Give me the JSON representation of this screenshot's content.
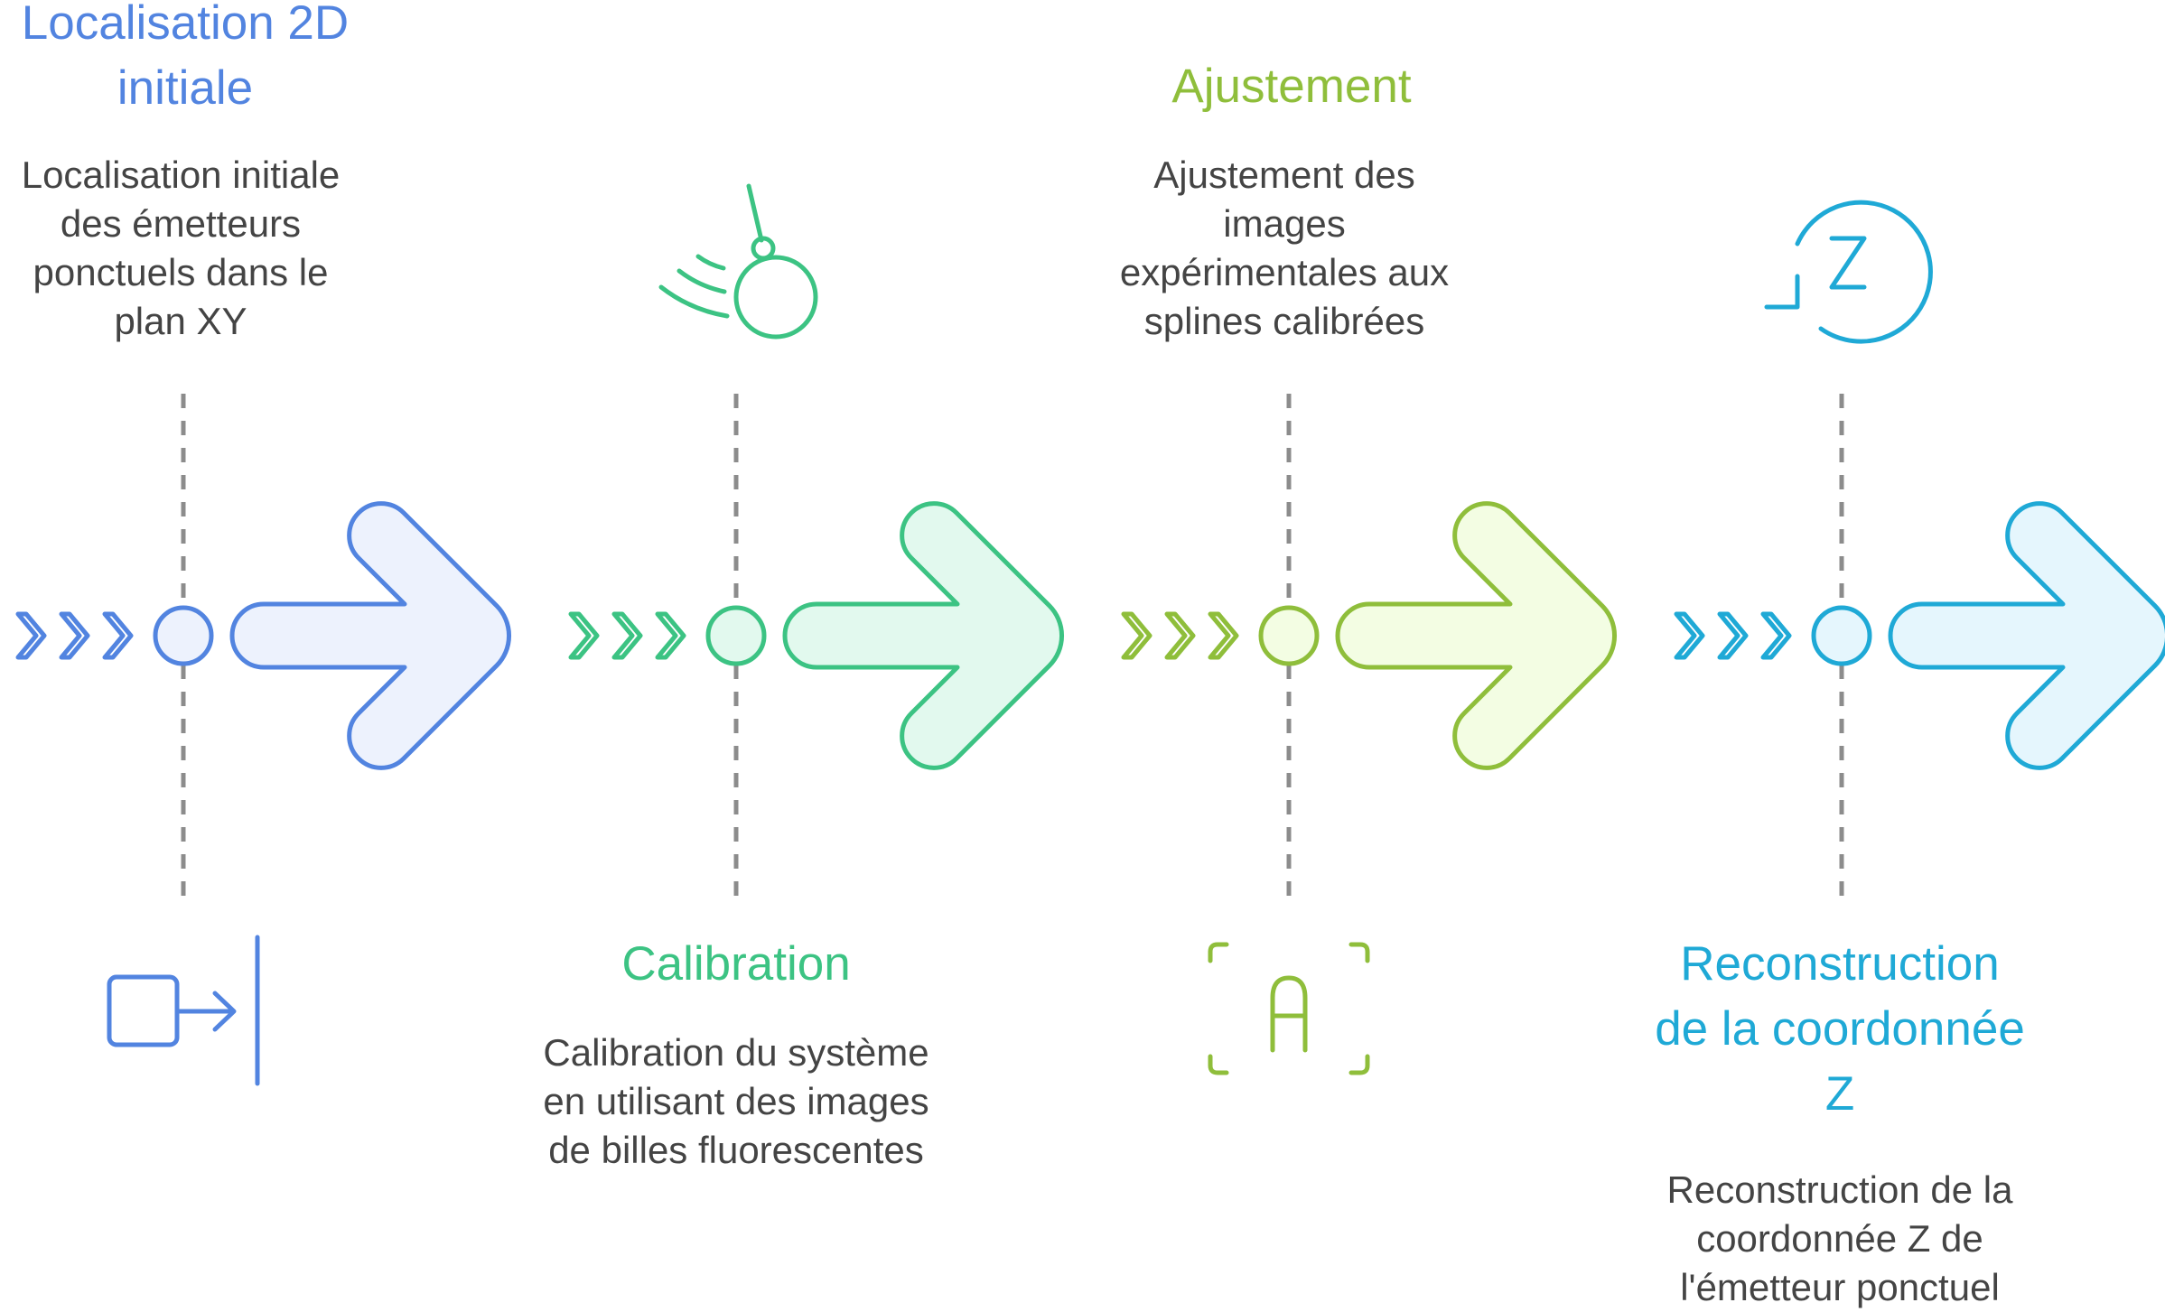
{
  "colors": {
    "step1": "#5284e0",
    "step1_fill": "#edf2fd",
    "step2": "#3cc383",
    "step2_fill": "#e2f9ee",
    "step3": "#8fbe3b",
    "step3_fill": "#f3fde3",
    "step4": "#1fa9d6",
    "step4_fill": "#e5f6fd",
    "dash": "#8c8c8c",
    "text": "#444444"
  },
  "steps": [
    {
      "title": "Localisation 2D initiale",
      "description": "Localisation initiale des émetteurs ponctuels dans le plan XY",
      "icon": "arrow-to-line-icon"
    },
    {
      "title": "Calibration",
      "description": "Calibration du système en utilisant des images de billes fluorescentes",
      "icon": "wrecking-ball-icon"
    },
    {
      "title": "Ajustement",
      "description": "Ajustement des images expérimentales aux splines calibrées",
      "icon": "text-focus-icon"
    },
    {
      "title": "Reconstruction de la coordonnée Z",
      "description": "Reconstruction de la coordonnée Z de l'émetteur ponctuel",
      "icon": "rotate-z-icon"
    }
  ]
}
